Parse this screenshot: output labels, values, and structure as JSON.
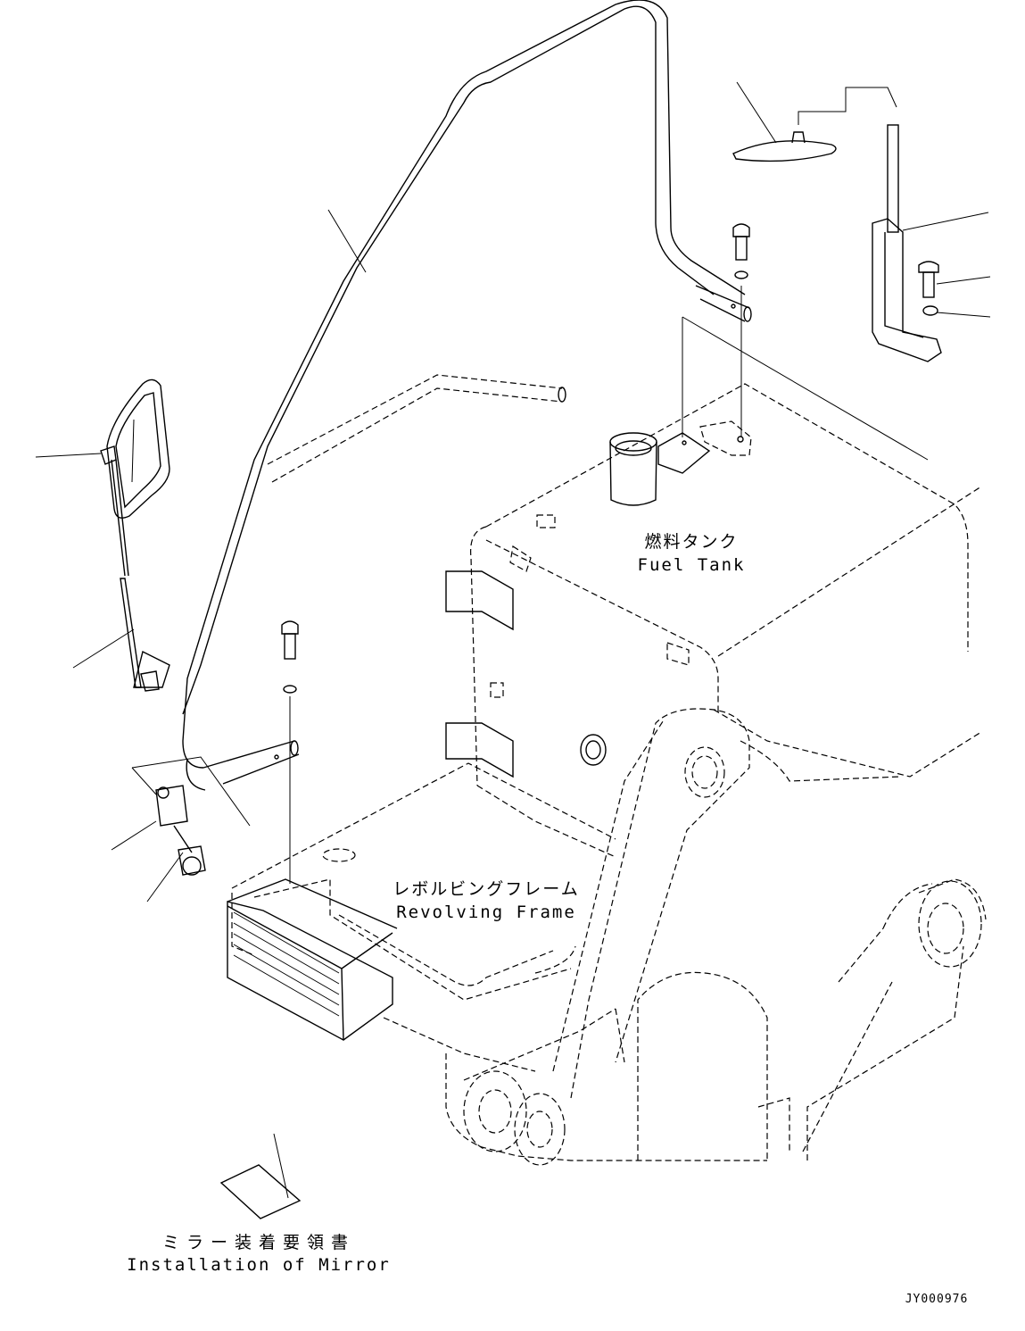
{
  "labels": {
    "fuel_tank_jp": "燃料タンク",
    "fuel_tank_en": "Fuel Tank",
    "revolving_frame_jp": "レボルビングフレーム",
    "revolving_frame_en": "Revolving Frame",
    "mirror_doc_jp": "ミラー装着要領書",
    "mirror_doc_en": "Installation of Mirror",
    "drawing_code": "JY000976"
  },
  "colors": {
    "line": "#000000",
    "background": "#ffffff"
  }
}
